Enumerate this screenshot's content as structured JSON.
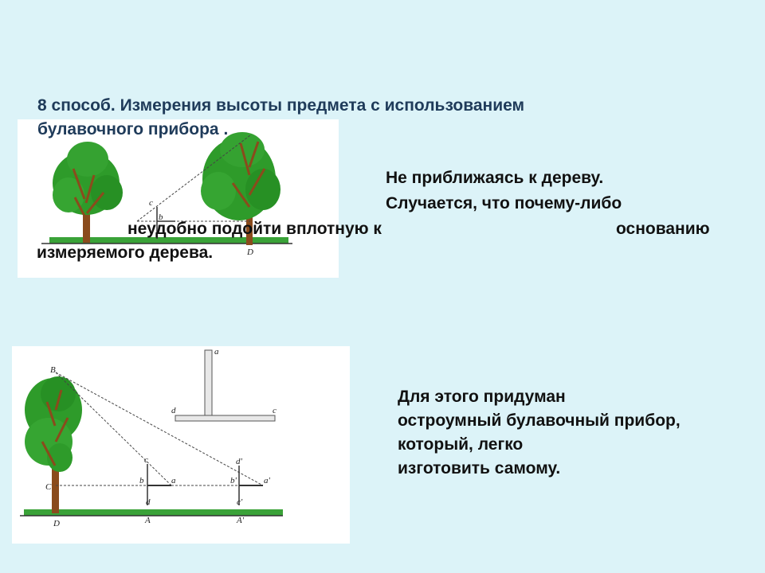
{
  "title": {
    "line1": "8 способ. Измерения высоты предмета с использованием",
    "line2": "булавочного прибора ."
  },
  "text1": {
    "line1": "Не приближаясь к дереву.",
    "line2": "Случается, что почему-либо",
    "line3a": "неудобно подойти вплотную к",
    "line3b": "основанию",
    "line4": "измеряемого дерева."
  },
  "text2": {
    "line1": "Для этого придуман",
    "line2": "остроумный булавочный прибор,",
    "line3": "который, легко",
    "line4": "изготовить самому."
  },
  "figure1": {
    "labels": {
      "c": "c",
      "b": "b",
      "d": "D"
    }
  },
  "figure2": {
    "labels": {
      "B": "B",
      "C": "C",
      "D": "D",
      "c": "c",
      "b": "b",
      "a": "a",
      "d": "d",
      "A": "A",
      "c2": "c'",
      "b2": "b'",
      "a2": "a'",
      "d2": "d'",
      "A2": "A'",
      "pa": "a",
      "pd": "d",
      "pc": "c"
    }
  },
  "colors": {
    "background": "#dcf3f8",
    "title": "#1f3b5a",
    "foliage": "#2e9b2a",
    "trunk": "#8a4b1c"
  }
}
